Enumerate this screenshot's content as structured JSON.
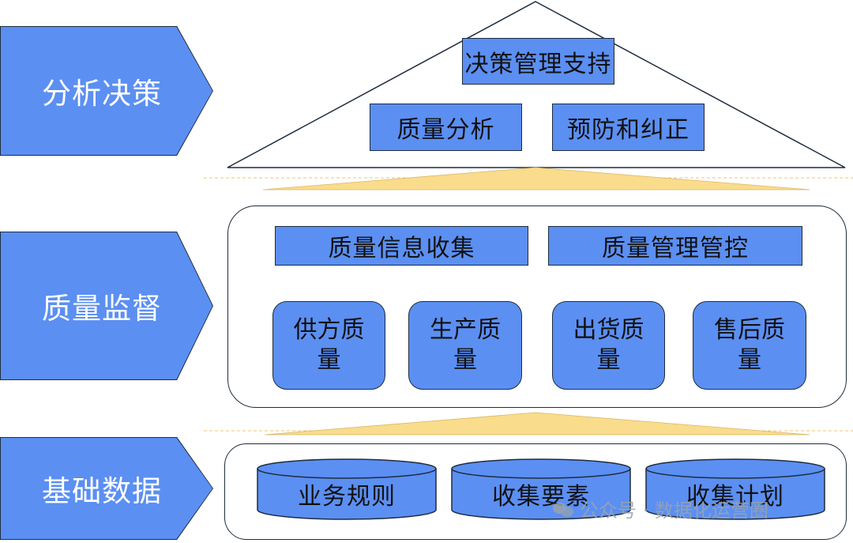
{
  "layers": {
    "analysis": {
      "label": "分析决策",
      "top_box": "决策管理支持",
      "boxes": [
        "质量分析",
        "预防和纠正"
      ]
    },
    "supervision": {
      "label": "质量监督",
      "bars": [
        "质量信息收集",
        "质量管理管控"
      ],
      "cards": [
        {
          "line1": "供方质",
          "line2": "量"
        },
        {
          "line1": "生产质",
          "line2": "量"
        },
        {
          "line1": "出货质",
          "line2": "量"
        },
        {
          "line1": "售后质",
          "line2": "量"
        }
      ]
    },
    "foundation": {
      "label": "基础数据",
      "cylinders": [
        "业务规则",
        "收集要素",
        "收集计划"
      ]
    }
  },
  "colors": {
    "fill": "#5b8ff2",
    "outline": "#1f2d3d",
    "connector": "#f9dc8c",
    "divider": "#f2c66d"
  },
  "watermark": {
    "icon": "wechat-icon",
    "text": "公众号 · 数据化运营圈"
  }
}
